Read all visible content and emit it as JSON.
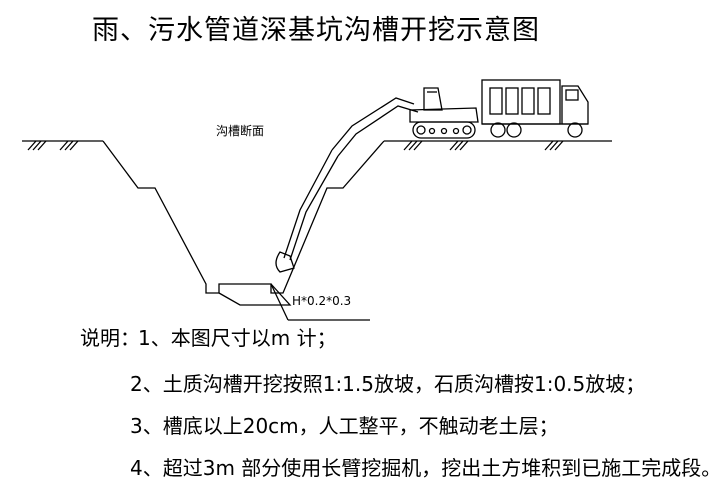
{
  "title": "雨、污水管道深基坑沟槽开挖示意图",
  "drawing": {
    "section_label": "沟槽断面",
    "dimension_label": "H*0.2*0.3"
  },
  "notes": {
    "heading": "说明：",
    "items": [
      "1、本图尺寸以m 计；",
      "2、土质沟槽开挖按照1:1.5放坡，石质沟槽按1:0.5放坡；",
      "3、槽底以上20cm，人工整平，不触动老土层；",
      "4、超过3m 部分使用长臂挖掘机，挖出土方堆积到已施工完成段。"
    ]
  },
  "icons": {
    "excavator": "long-arm-excavator",
    "truck": "dump-truck"
  }
}
